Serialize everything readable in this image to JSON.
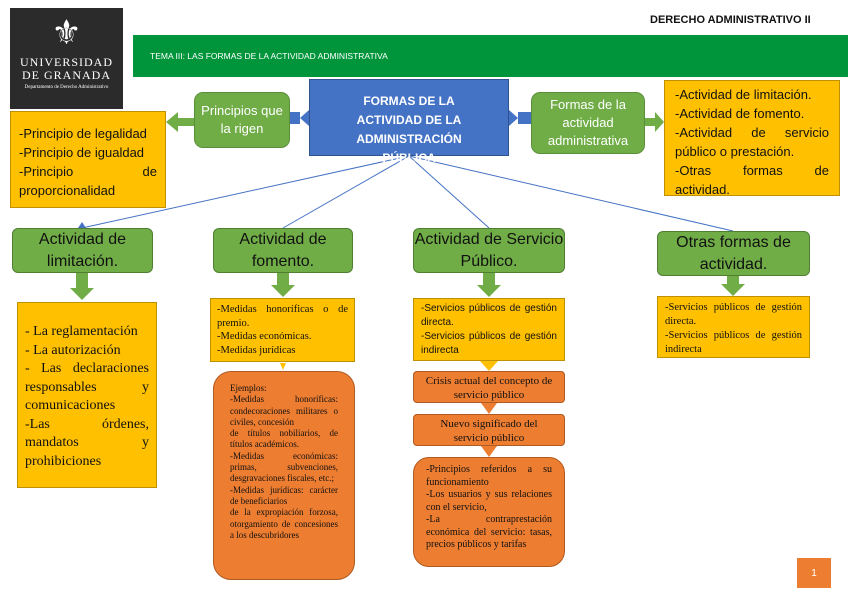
{
  "header": {
    "course": "DERECHO ADMINISTRATIVO II",
    "topic": "TEMA III: LAS FORMAS DE LA ACTIVIDAD ADMINISTRATIVA"
  },
  "logo": {
    "line1": "UNIVERSIDAD",
    "line2": "DE GRANADA",
    "subtitle": "Departamento de Derecho Administrativo"
  },
  "central": "FORMAS DE LA ACTIVIDAD DE LA ADMINISTRACIÓN PÚBLICA",
  "principios": {
    "title": "Principios que la rigen",
    "items": [
      "-Principio de legalidad",
      "-Principio de igualdad",
      "-Principio de proporcionalidad"
    ]
  },
  "formas": {
    "title": "Formas de la actividad administrativa",
    "items": [
      "-Actividad de limitación.",
      "-Actividad de fomento.",
      "-Actividad de servicio público o prestación.",
      "-Otras formas de actividad."
    ]
  },
  "limitacion": {
    "title": "Actividad de limitación.",
    "items": [
      "- La reglamentación",
      "- La autorización",
      "- Las declaraciones responsables y comunicaciones",
      "-Las órdenes, mandatos y prohibiciones"
    ]
  },
  "fomento": {
    "title": "Actividad de fomento.",
    "items": [
      "-Medidas honoríficas o de premio.",
      "-Medidas económicas.",
      "-Medidas jurídicas"
    ],
    "examples": [
      "Ejemplos:",
      "-Medidas honoríficas: condecoraciones militares o civiles, concesión",
      "de títulos nobiliarios, de títulos académicos.",
      "-Medidas económicas: primas, subvenciones, desgravaciones fiscales, etc.;",
      "-Medidas jurídicas: carácter de beneficiarios",
      "de la expropiación forzosa, otorgamiento de concesiones a los descubridores"
    ]
  },
  "servicio": {
    "title": "Actividad de Servicio Público.",
    "items": [
      "-Servicios públicos de gestión directa.",
      "-Servicios públicos de gestión indirecta"
    ],
    "crisis": "Crisis actual del concepto de servicio público",
    "nuevo": "Nuevo significado del servicio público",
    "principles": [
      "-Principios referidos a su funcionamiento",
      "-Los usuarios y sus relaciones con el servicio,",
      "-La contraprestación económica del servicio: tasas, precios públicos y tarifas"
    ]
  },
  "otras": {
    "title": "Otras formas de actividad.",
    "items": [
      "-Servicios públicos de gestión directa.",
      "-Servicios públicos de gestión indirecta"
    ]
  },
  "page_number": "1",
  "colors": {
    "green": "#70ad47",
    "yellow": "#ffc000",
    "blue": "#4472c4",
    "orange": "#ed7d31",
    "banner": "#00953b"
  }
}
